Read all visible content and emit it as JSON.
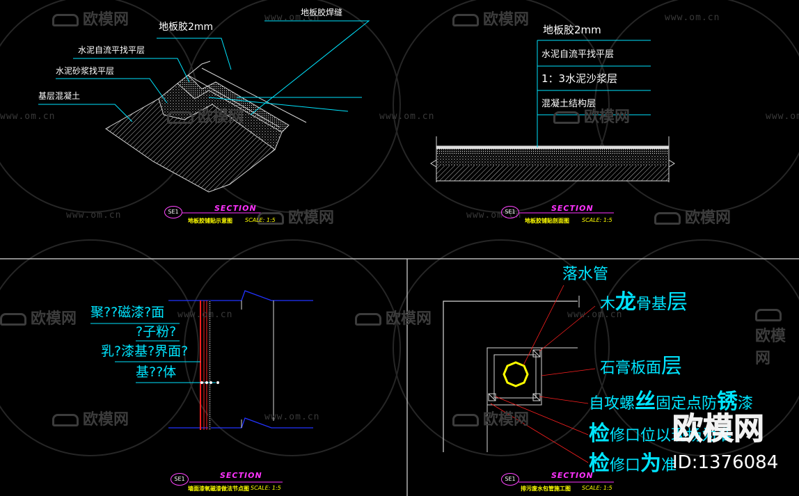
{
  "watermark": {
    "url": "www.om.cn",
    "logo_text": "欧模网",
    "brand_logo": "欧模网",
    "id_label": "ID:1376084"
  },
  "panel1": {
    "labels": {
      "glue": "地板胶2mm",
      "weld": "地板胶焊缝",
      "self_level": "水泥自流平找平层",
      "mortar": "水泥砂浆找平层",
      "base": "基层混凝土"
    },
    "title_block": {
      "ref": "SE1",
      "section": "SECTION",
      "title": "地板胶铺贴示意图",
      "scale": "SCALE: 1:5"
    }
  },
  "panel2": {
    "labels": {
      "glue": "地板胶2mm",
      "self_level": "水泥自流平找平层",
      "mortar": "1：3水泥沙浆层",
      "structure": "混凝土结构层"
    },
    "title_block": {
      "ref": "SE1",
      "section": "SECTION",
      "title": "地板胶铺贴剖面图",
      "scale": "SCALE: 1:5"
    }
  },
  "panel3": {
    "labels": {
      "l1": "聚??磁漆?面",
      "l2": "?子粉?",
      "l3": "乳?漆基?界面?",
      "l4": "基??体"
    },
    "title_block": {
      "ref": "SE1",
      "section": "SECTION",
      "title": "墙面漆氧磁漆做法节点图",
      "scale": "SCALE: 1:5"
    }
  },
  "panel4": {
    "labels": {
      "pipe": "落水管",
      "keel_a": "木",
      "keel_b": "龙",
      "keel_c": "骨基",
      "keel_d": "层",
      "gypsum_a": "石膏板面",
      "gypsum_b": "层",
      "screw_a": "自攻螺",
      "screw_b": "丝",
      "screw_c": "固定点防",
      "screw_d": "锈",
      "screw_e": "漆",
      "access1_a": "检",
      "access1_b": "修口位以现场为准",
      "access2_a": "检",
      "access2_b": "修口",
      "access2_c": "为",
      "access2_d": "准"
    },
    "title_block": {
      "ref": "SE1",
      "section": "SECTION",
      "title": "排污废水包管施工图",
      "scale": "SCALE: 1:5"
    }
  },
  "colors": {
    "label": "#00e5ff",
    "leader": "#00e5ff",
    "hatch": "#d8d8d8",
    "pipe": "#ffff00",
    "wall_red": "#ff2020",
    "wall_blue": "#2233ff",
    "section_magenta": "#ff33ff",
    "title_yellow": "#ffff00"
  }
}
